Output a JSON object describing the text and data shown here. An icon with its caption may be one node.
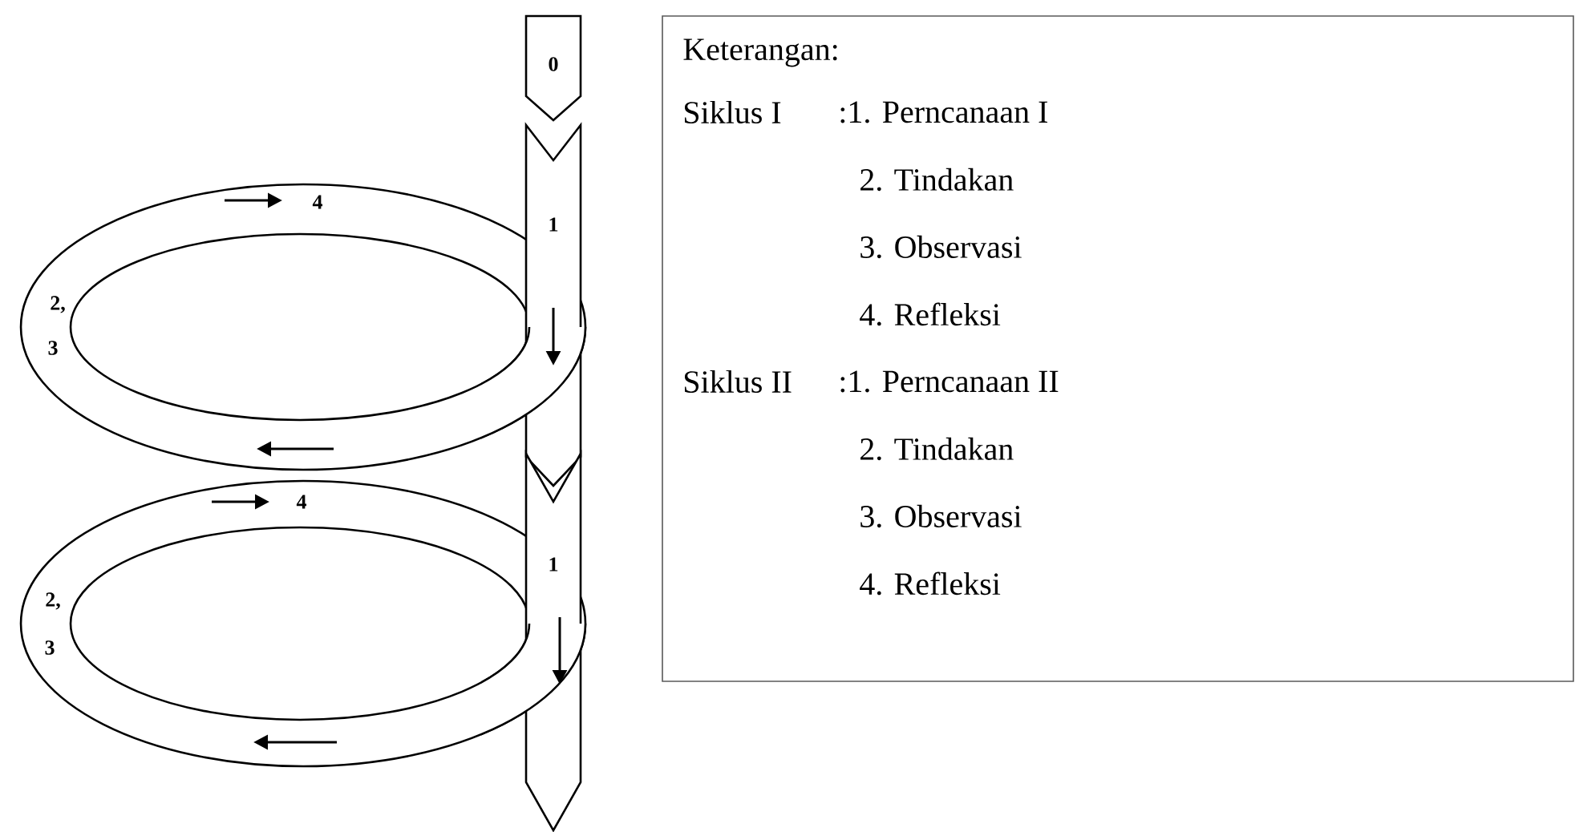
{
  "diagram": {
    "nodes": [
      {
        "text": [
          "Keterangan:",
          "Siklus I",
          ":1. Perncanaan I",
          "2. Tindakan",
          "3. Observasi",
          "4. Refleksi",
          "Siklus II",
          ":1. Perncanaan II",
          "2. Tindakan",
          "3. Observasi",
          "4. Refleksi"
        ]
      }
    ],
    "labels": [
      "0",
      "4",
      "1",
      "2,",
      "3",
      "4",
      "1",
      "2,",
      "3"
    ]
  }
}
